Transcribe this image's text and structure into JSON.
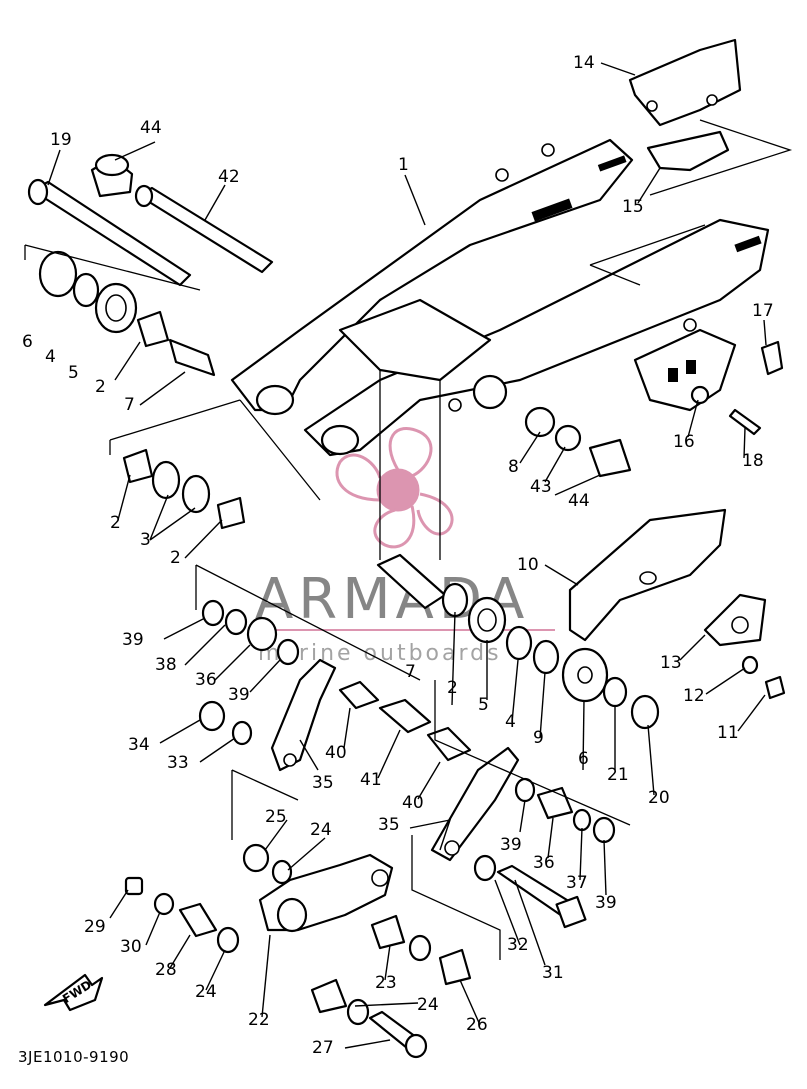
{
  "diagram": {
    "drawing_code": "3JE1010-9190",
    "forward_arrow_label": "FWD",
    "watermark": {
      "brand": "ARMADA",
      "tagline": "marine outboards",
      "logo_color": "#d98aa8",
      "text_color": "#7a7a7a"
    },
    "callouts": [
      {
        "id": "label-1",
        "text": "1"
      },
      {
        "id": "label-2a",
        "text": "2"
      },
      {
        "id": "label-2b",
        "text": "2"
      },
      {
        "id": "label-2c",
        "text": "2"
      },
      {
        "id": "label-2d",
        "text": "2"
      },
      {
        "id": "label-3",
        "text": "3"
      },
      {
        "id": "label-4a",
        "text": "4"
      },
      {
        "id": "label-4b",
        "text": "4"
      },
      {
        "id": "label-5a",
        "text": "5"
      },
      {
        "id": "label-5b",
        "text": "5"
      },
      {
        "id": "label-6a",
        "text": "6"
      },
      {
        "id": "label-6b",
        "text": "6"
      },
      {
        "id": "label-7a",
        "text": "7"
      },
      {
        "id": "label-7b",
        "text": "7"
      },
      {
        "id": "label-8",
        "text": "8"
      },
      {
        "id": "label-9",
        "text": "9"
      },
      {
        "id": "label-10",
        "text": "10"
      },
      {
        "id": "label-11",
        "text": "11"
      },
      {
        "id": "label-12",
        "text": "12"
      },
      {
        "id": "label-13",
        "text": "13"
      },
      {
        "id": "label-14",
        "text": "14"
      },
      {
        "id": "label-15",
        "text": "15"
      },
      {
        "id": "label-16",
        "text": "16"
      },
      {
        "id": "label-17",
        "text": "17"
      },
      {
        "id": "label-18",
        "text": "18"
      },
      {
        "id": "label-19",
        "text": "19"
      },
      {
        "id": "label-20",
        "text": "20"
      },
      {
        "id": "label-21",
        "text": "21"
      },
      {
        "id": "label-22",
        "text": "22"
      },
      {
        "id": "label-23",
        "text": "23"
      },
      {
        "id": "label-24a",
        "text": "24"
      },
      {
        "id": "label-24b",
        "text": "24"
      },
      {
        "id": "label-24c",
        "text": "24"
      },
      {
        "id": "label-25",
        "text": "25"
      },
      {
        "id": "label-26",
        "text": "26"
      },
      {
        "id": "label-27",
        "text": "27"
      },
      {
        "id": "label-28",
        "text": "28"
      },
      {
        "id": "label-29",
        "text": "29"
      },
      {
        "id": "label-30",
        "text": "30"
      },
      {
        "id": "label-31",
        "text": "31"
      },
      {
        "id": "label-32",
        "text": "32"
      },
      {
        "id": "label-33",
        "text": "33"
      },
      {
        "id": "label-34",
        "text": "34"
      },
      {
        "id": "label-35a",
        "text": "35"
      },
      {
        "id": "label-35b",
        "text": "35"
      },
      {
        "id": "label-36a",
        "text": "36"
      },
      {
        "id": "label-36b",
        "text": "36"
      },
      {
        "id": "label-37",
        "text": "37"
      },
      {
        "id": "label-38",
        "text": "38"
      },
      {
        "id": "label-39a",
        "text": "39"
      },
      {
        "id": "label-39b",
        "text": "39"
      },
      {
        "id": "label-39c",
        "text": "39"
      },
      {
        "id": "label-39d",
        "text": "39"
      },
      {
        "id": "label-40a",
        "text": "40"
      },
      {
        "id": "label-40b",
        "text": "40"
      },
      {
        "id": "label-41",
        "text": "41"
      },
      {
        "id": "label-42",
        "text": "42"
      },
      {
        "id": "label-43",
        "text": "43"
      },
      {
        "id": "label-44a",
        "text": "44"
      },
      {
        "id": "label-44b",
        "text": "44"
      }
    ]
  }
}
